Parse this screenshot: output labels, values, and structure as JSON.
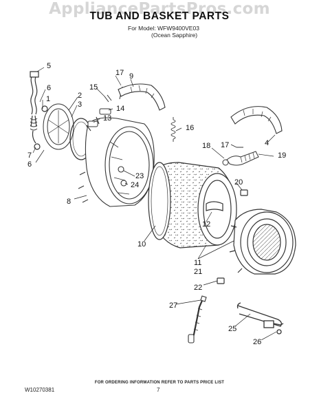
{
  "watermark": "AppliancePartsPros.com",
  "title": "TUB AND BASKET PARTS",
  "model_line": "For Model: WFW9400VE03",
  "variant_line": "(Ocean Sapphire)",
  "footer_note": "FOR ORDERING INFORMATION REFER TO PARTS PRICE LIST",
  "document_number": "W10270381",
  "page_number": "7",
  "callouts": [
    "5",
    "6",
    "1",
    "7",
    "6",
    "2",
    "3",
    "15",
    "17",
    "9",
    "14",
    "13",
    "16",
    "18",
    "17",
    "4",
    "19",
    "20",
    "23",
    "24",
    "8",
    "10",
    "12",
    "11",
    "21",
    "22",
    "27",
    "25",
    "26"
  ]
}
